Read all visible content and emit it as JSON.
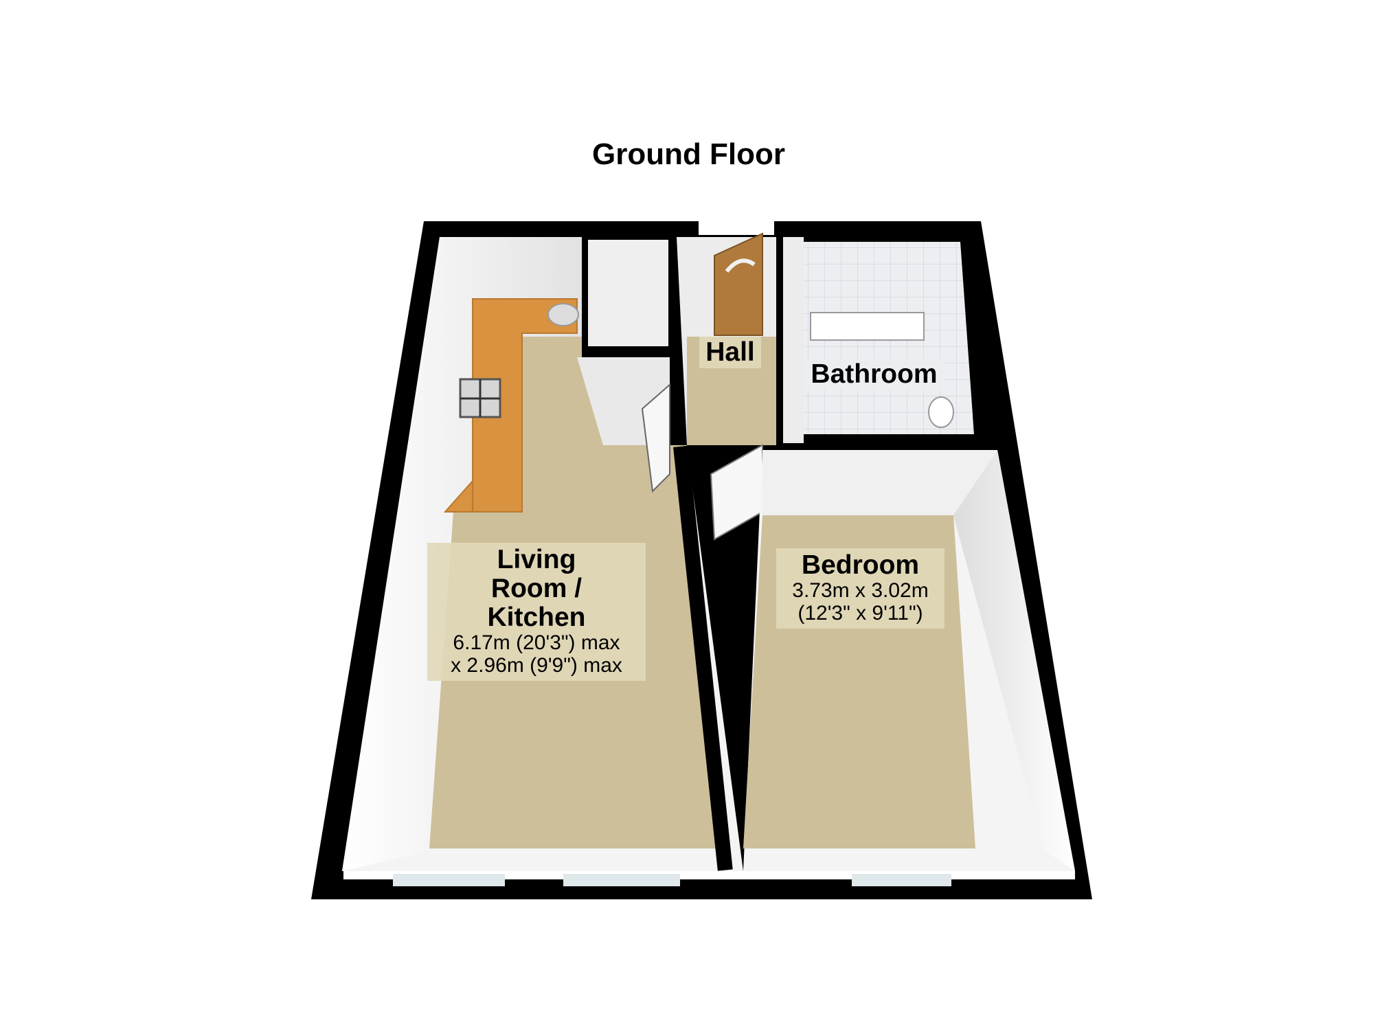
{
  "floor_title": "Ground Floor",
  "rooms": {
    "living": {
      "name_lines": [
        "Living",
        "Room /",
        "Kitchen"
      ],
      "dim_lines": [
        "6.17m (20'3\") max",
        "x 2.96m (9'9\") max"
      ]
    },
    "hall": {
      "name": "Hall"
    },
    "bathroom": {
      "name": "Bathroom"
    },
    "bedroom": {
      "name": "Bedroom",
      "dim_lines": [
        "3.73m x 3.02m",
        "(12'3\" x 9'11\")"
      ]
    }
  },
  "colors": {
    "wall": "#000000",
    "carpet": "#cdbf9a",
    "inner_wall": "#f2f2f2",
    "worktop": "#d9923f",
    "door": "#b07a3c",
    "tiles": "#e4e6ea",
    "label_bg": "#e1d8b9"
  }
}
